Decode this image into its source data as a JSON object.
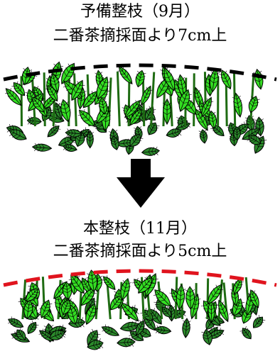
{
  "step1": {
    "title": "予備整枝（9月）",
    "subtitle": "二番茶摘採面より7cm上",
    "cut_line_color": "#000000"
  },
  "step2": {
    "title": "本整枝（11月）",
    "subtitle": "二番茶摘採面より5cm上",
    "cut_line_color": "#e0141e"
  },
  "colors": {
    "new_leaf": "#33dd22",
    "old_leaf": "#2b8a2b",
    "stem": "#1e6b12",
    "arrow": "#000000"
  }
}
